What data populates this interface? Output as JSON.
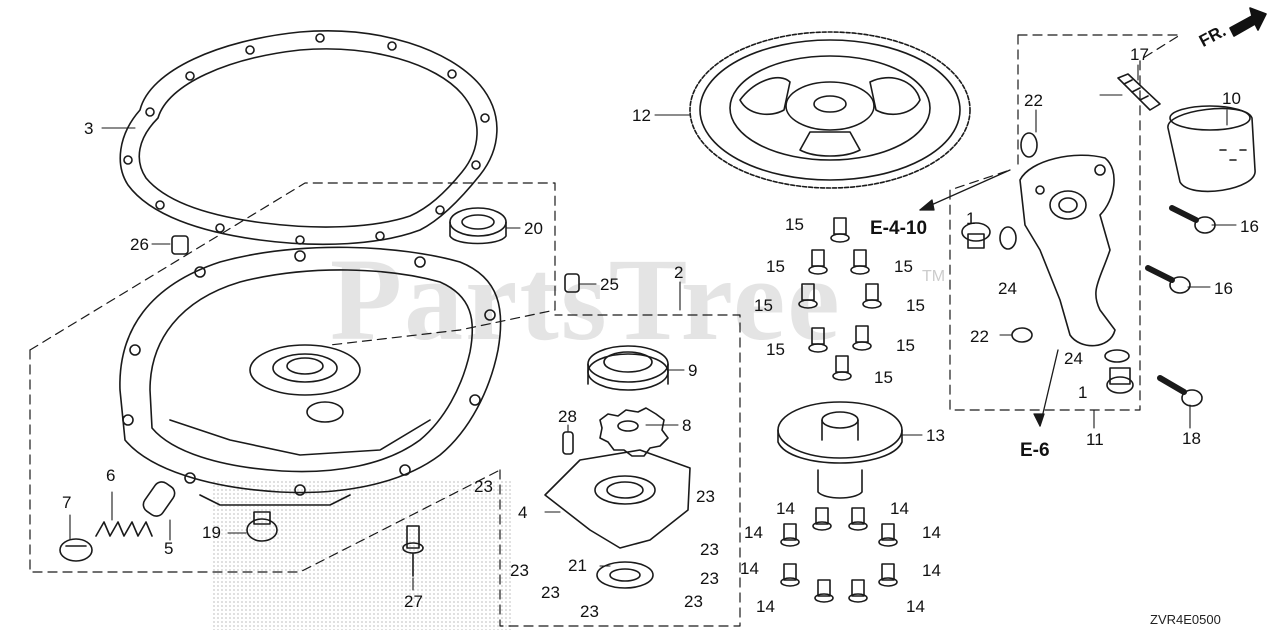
{
  "watermark": "PartsTree",
  "watermark_tm": "TM",
  "direction_marker": "FR.",
  "diagram_code": "ZVR4E0500",
  "references": {
    "e410": "E-4-10",
    "e6": "E-6"
  },
  "callouts": {
    "c1a": "1",
    "c1b": "1",
    "c2": "2",
    "c3": "3",
    "c4": "4",
    "c5": "5",
    "c6": "6",
    "c7": "7",
    "c8": "8",
    "c9": "9",
    "c10": "10",
    "c11": "11",
    "c12": "12",
    "c13": "13",
    "c14a": "14",
    "c14b": "14",
    "c14c": "14",
    "c14d": "14",
    "c14e": "14",
    "c14f": "14",
    "c14g": "14",
    "c14h": "14",
    "c15a": "15",
    "c15b": "15",
    "c15c": "15",
    "c15d": "15",
    "c15e": "15",
    "c15f": "15",
    "c15g": "15",
    "c15h": "15",
    "c16a": "16",
    "c16b": "16",
    "c17": "17",
    "c18": "18",
    "c19": "19",
    "c20": "20",
    "c21": "21",
    "c22a": "22",
    "c22b": "22",
    "c23a": "23",
    "c23b": "23",
    "c23c": "23",
    "c23d": "23",
    "c23e": "23",
    "c23f": "23",
    "c23g": "23",
    "c24a": "24",
    "c24b": "24",
    "c25": "25",
    "c26": "26",
    "c27": "27",
    "c28": "28"
  }
}
